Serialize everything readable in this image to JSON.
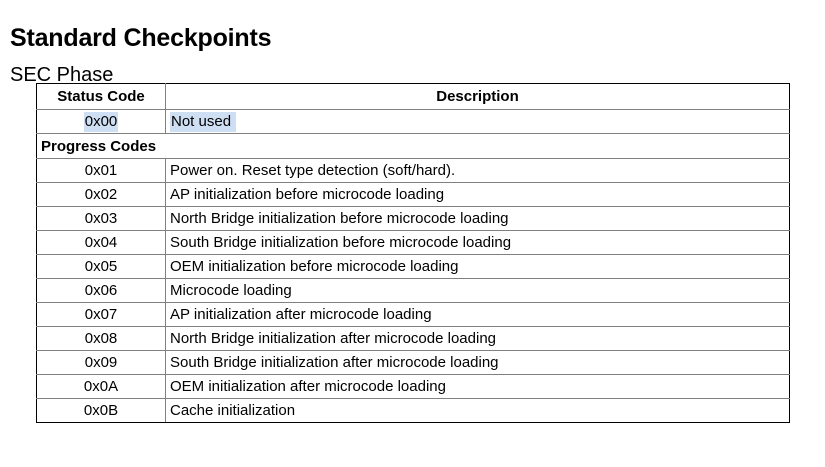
{
  "document": {
    "title": "Standard Checkpoints",
    "section": "SEC Phase"
  },
  "table": {
    "headers": {
      "status_code": "Status Code",
      "description": "Description"
    },
    "intro_rows": [
      {
        "code": "0x00",
        "description": "Not used",
        "selected": true
      }
    ],
    "group_label": "Progress Codes",
    "rows": [
      {
        "code": "0x01",
        "description": "Power on.  Reset type detection (soft/hard)."
      },
      {
        "code": "0x02",
        "description": "AP initialization before microcode loading"
      },
      {
        "code": "0x03",
        "description": "North Bridge initialization before microcode loading"
      },
      {
        "code": "0x04",
        "description": "South Bridge initialization before microcode loading"
      },
      {
        "code": "0x05",
        "description": "OEM initialization before microcode loading"
      },
      {
        "code": "0x06",
        "description": "Microcode loading"
      },
      {
        "code": "0x07",
        "description": "AP initialization after microcode loading"
      },
      {
        "code": "0x08",
        "description": "North Bridge initialization after microcode loading"
      },
      {
        "code": "0x09",
        "description": "South Bridge initialization after microcode loading"
      },
      {
        "code": "0x0A",
        "description": "OEM initialization after microcode loading"
      },
      {
        "code": "0x0B",
        "description": "Cache initialization"
      }
    ]
  },
  "colors": {
    "selection_highlight": "#cfdff3",
    "border_outer": "#000000",
    "border_inner": "#808080",
    "text": "#000000",
    "background": "#ffffff"
  }
}
